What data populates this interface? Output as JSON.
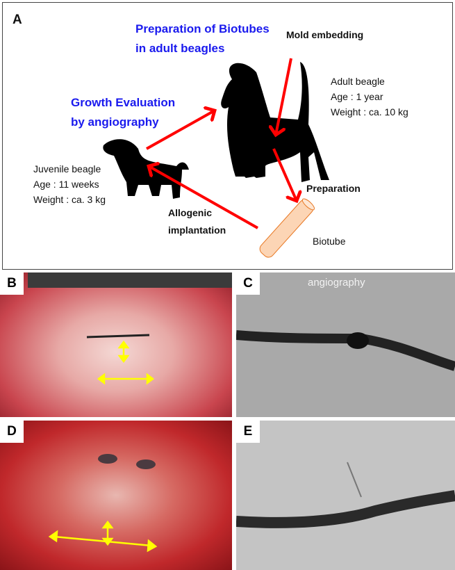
{
  "panel_a": {
    "label": "A",
    "title_prep": [
      "Preparation of Biotubes",
      "in adult beagles"
    ],
    "title_growth": [
      "Growth Evaluation",
      "by angiography"
    ],
    "mold": "Mold embedding",
    "adult": [
      "Adult beagle",
      "Age : 1 year",
      "Weight : ca. 10 kg"
    ],
    "juvenile": [
      "Juvenile beagle",
      "Age : 11 weeks",
      "Weight : ca. 3 kg"
    ],
    "preparation": "Preparation",
    "allogenic": [
      "Allogenic",
      "implantation"
    ],
    "biotube": "Biotube",
    "arrow_color": "#ff0000",
    "tube_color": "#fcd5b5"
  },
  "panel_b": {
    "label": "B"
  },
  "panel_c": {
    "label": "C",
    "caption": "angiography"
  },
  "panel_d": {
    "label": "D"
  },
  "panel_e": {
    "label": "E"
  }
}
